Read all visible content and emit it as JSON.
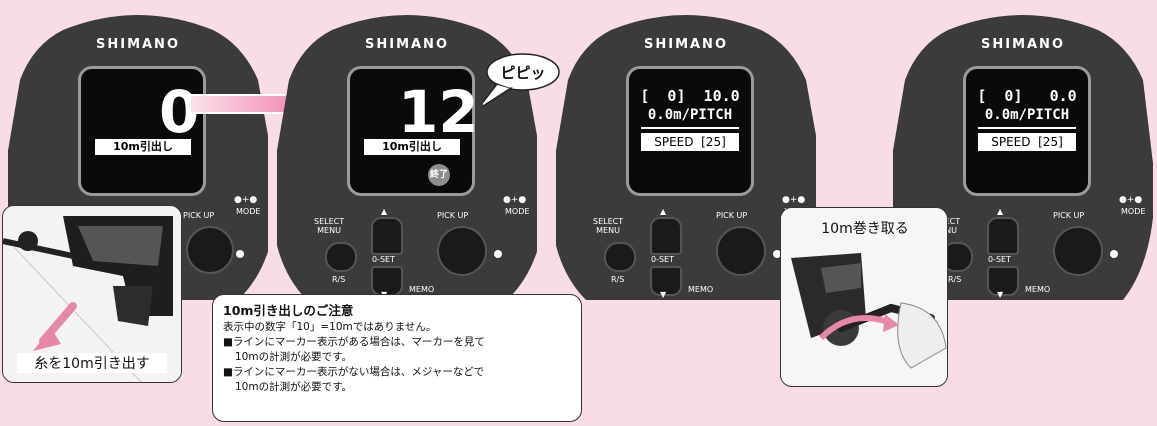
{
  "brand": "SHIMANO",
  "panel1": {
    "count": "0",
    "label": "10m引出し"
  },
  "panel2": {
    "count": "12",
    "label": "10m引出し",
    "end_badge": "終了",
    "beep": "ピピッ"
  },
  "panel3": {
    "line1": "[  0]  10.0",
    "line2": "0.0m/PITCH",
    "speed": "SPEED  [25]"
  },
  "panel4": {
    "line1": "[  0]   0.0",
    "line2": "0.0m/PITCH",
    "speed": "SPEED  [25]"
  },
  "buttons": {
    "select_menu": "SELECT\nMENU",
    "rs": "R/S",
    "zero_set": "0-SET",
    "memo": "MEMO",
    "pick_up": "PICK UP",
    "mode": "MODE",
    "mode_icon": "●+●"
  },
  "callout_left": {
    "caption": "糸を10m引き出す"
  },
  "callout_right": {
    "caption": "10m巻き取る"
  },
  "note": {
    "title": "10m引き出しのご注意",
    "line1": "表示中の数字「10」=10mではありません。",
    "line2": "■ラインにマーカー表示がある場合は、マーカーを見て",
    "line3": "10mの計測が必要です。",
    "line4": "■ラインにマーカー表示がない場合は、メジャーなどで",
    "line5": "10mの計測が必要です。"
  },
  "colors": {
    "background": "#f8dde9",
    "arrow": "#e2467f",
    "body": "#3b3b3b"
  }
}
